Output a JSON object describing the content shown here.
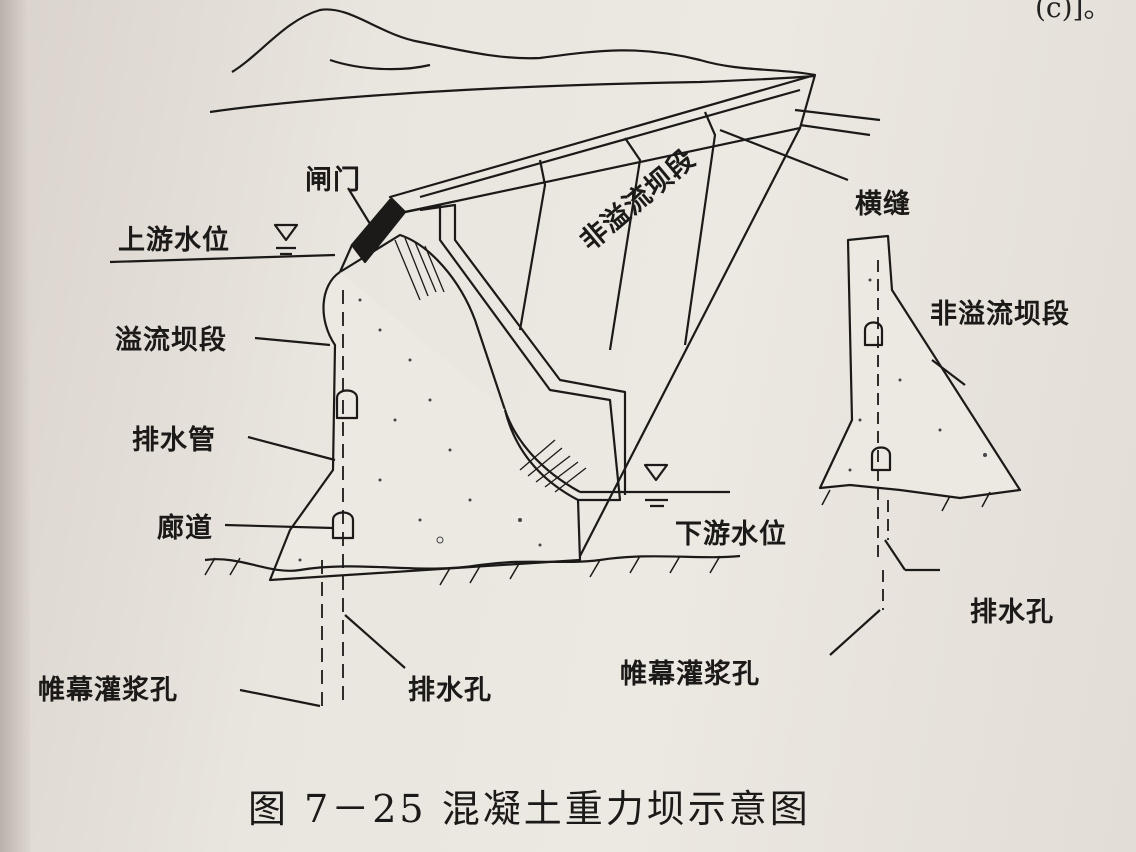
{
  "corner_text": "(c)]。",
  "caption": "图 7－25   混凝土重力坝示意图",
  "labels": {
    "gate": "闸门",
    "upstream_level": "上游水位",
    "overflow_section": "溢流坝段",
    "drain_pipe": "排水管",
    "gallery": "廊道",
    "curtain_grout_left": "帷幕灌浆孔",
    "drain_hole_left": "排水孔",
    "non_overflow_main": "非溢流坝段",
    "transverse_joint": "横缝",
    "non_overflow_right": "非溢流坝段",
    "downstream_level": "下游水位",
    "drain_hole_right": "排水孔",
    "curtain_grout_right": "帷幕灌浆孔"
  }
}
